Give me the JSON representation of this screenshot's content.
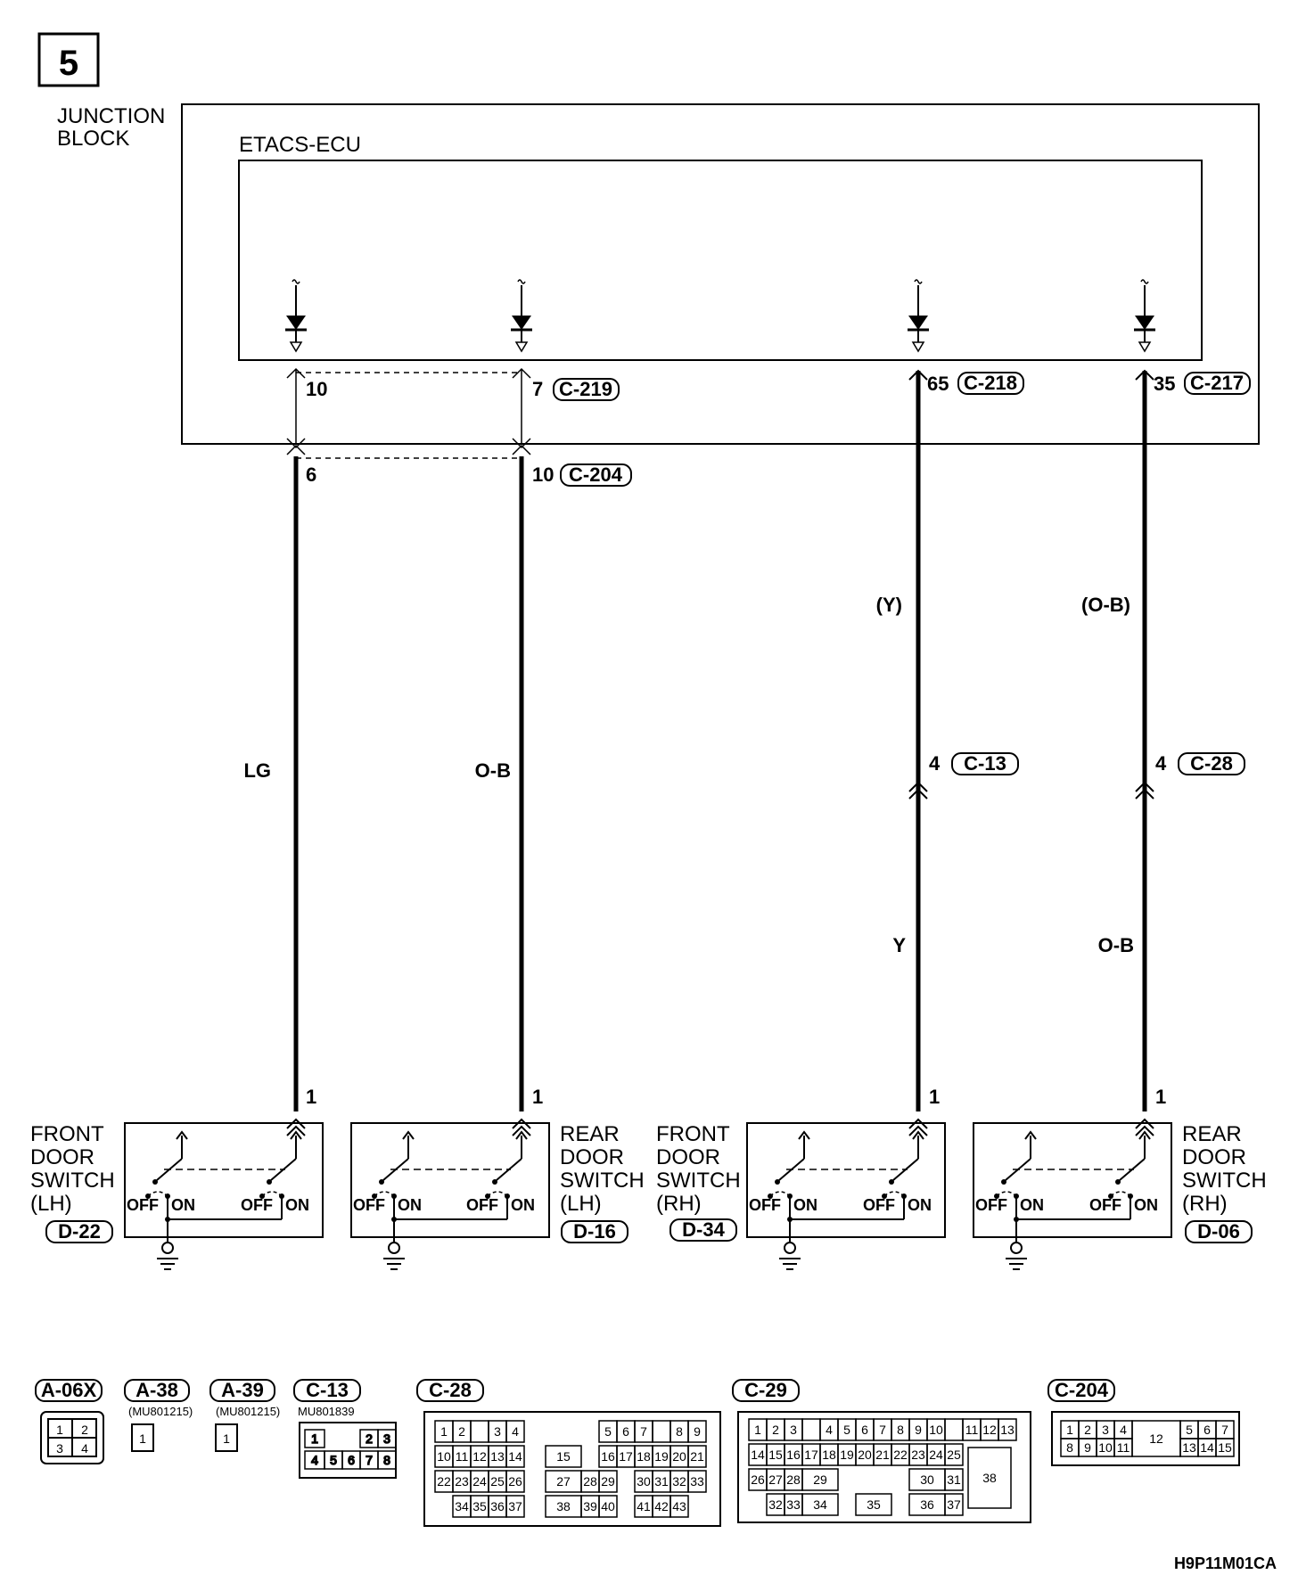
{
  "page_number": "5",
  "junction_block_label": [
    "JUNCTION",
    "BLOCK"
  ],
  "ecu_label": "ETACS-ECU",
  "ecu_pins": [
    {
      "pin": "10",
      "connector": ""
    },
    {
      "pin": "7",
      "connector": "C-219"
    },
    {
      "pin": "65",
      "connector": "C-218"
    },
    {
      "pin": "35",
      "connector": "C-217"
    }
  ],
  "jb_pins": [
    {
      "pin": "6",
      "connector": ""
    },
    {
      "pin": "10",
      "connector": "C-204"
    }
  ],
  "wires": [
    {
      "color_upper": "",
      "color_lower": "LG"
    },
    {
      "color_upper": "",
      "color_lower": "O-B"
    },
    {
      "color_upper": "(Y)",
      "color_lower": "Y",
      "joint_pin": "4",
      "joint_connector": "C-13"
    },
    {
      "color_upper": "(O-B)",
      "color_lower": "O-B",
      "joint_pin": "4",
      "joint_connector": "C-28"
    }
  ],
  "switches": [
    {
      "name": [
        "FRONT",
        "DOOR",
        "SWITCH",
        "(LH)"
      ],
      "connector": "D-22",
      "pin": "1"
    },
    {
      "name": [
        "REAR",
        "DOOR",
        "SWITCH",
        "(LH)"
      ],
      "connector": "D-16",
      "pin": "1"
    },
    {
      "name": [
        "FRONT",
        "DOOR",
        "SWITCH",
        "(RH)"
      ],
      "connector": "D-34",
      "pin": "1"
    },
    {
      "name": [
        "REAR",
        "DOOR",
        "SWITCH",
        "(RH)"
      ],
      "connector": "D-06",
      "pin": "1"
    }
  ],
  "switch_state_off": "OFF",
  "switch_state_on": "ON",
  "connector_views": [
    {
      "id": "A-06X",
      "part": "",
      "pins": [
        "1",
        "2",
        "3",
        "4"
      ]
    },
    {
      "id": "A-38",
      "part": "(MU801215)",
      "pins": [
        "1"
      ]
    },
    {
      "id": "A-39",
      "part": "(MU801215)",
      "pins": [
        "1"
      ]
    },
    {
      "id": "C-13",
      "part": "MU801839",
      "pins": [
        "1",
        "2",
        "3",
        "4",
        "5",
        "6",
        "7",
        "8"
      ]
    },
    {
      "id": "C-28",
      "part": "",
      "pins": [
        "1",
        "2",
        "3",
        "4",
        "5",
        "6",
        "7",
        "8",
        "9",
        "10",
        "11",
        "12",
        "13",
        "14",
        "15",
        "16",
        "17",
        "18",
        "19",
        "20",
        "21",
        "22",
        "23",
        "24",
        "25",
        "26",
        "27",
        "28",
        "29",
        "30",
        "31",
        "32",
        "33",
        "34",
        "35",
        "36",
        "37",
        "38",
        "39",
        "40",
        "41",
        "42",
        "43"
      ]
    },
    {
      "id": "C-29",
      "part": "",
      "pins": [
        "1",
        "2",
        "3",
        "4",
        "5",
        "6",
        "7",
        "8",
        "9",
        "10",
        "11",
        "12",
        "13",
        "14",
        "15",
        "16",
        "17",
        "18",
        "19",
        "20",
        "21",
        "22",
        "23",
        "24",
        "25",
        "26",
        "27",
        "28",
        "29",
        "30",
        "31",
        "32",
        "33",
        "34",
        "35",
        "36",
        "37",
        "38"
      ]
    },
    {
      "id": "C-204",
      "part": "",
      "pins": [
        "1",
        "2",
        "3",
        "4",
        "5",
        "6",
        "7",
        "8",
        "9",
        "10",
        "11",
        "12",
        "13",
        "14",
        "15"
      ]
    }
  ],
  "figure_code": "H9P11M01CA"
}
